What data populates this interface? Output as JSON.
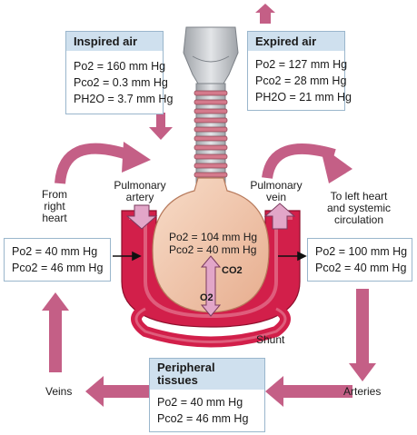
{
  "inspired": {
    "title": "Inspired air",
    "po2": "Po2 = 160 mm Hg",
    "pco2": "Pco2 = 0.3 mm Hg",
    "ph2o": "PH2O = 3.7 mm Hg"
  },
  "expired": {
    "title": "Expired air",
    "po2": "Po2 = 127 mm Hg",
    "pco2": "Pco2 = 28 mm Hg",
    "ph2o": "PH2O = 21 mm Hg"
  },
  "venous": {
    "po2": "Po2 = 40 mm Hg",
    "pco2": "Pco2 = 46 mm Hg"
  },
  "arterial": {
    "po2": "Po2 = 100 mm Hg",
    "pco2": "Pco2 = 40 mm Hg"
  },
  "alveolus": {
    "po2": "Po2 = 104 mm Hg",
    "pco2": "Pco2 = 40 mm Hg",
    "co2": "CO2",
    "o2": "O2"
  },
  "peripheral": {
    "title_line1": "Peripheral",
    "title_line2": "tissues",
    "po2": "Po2 = 40 mm Hg",
    "pco2": "Pco2 = 46 mm Hg"
  },
  "labels": {
    "from_right_heart_1": "From",
    "from_right_heart_2": "right",
    "from_right_heart_3": "heart",
    "pulmonary_artery_1": "Pulmonary",
    "pulmonary_artery_2": "artery",
    "pulmonary_vein_1": "Pulmonary",
    "pulmonary_vein_2": "vein",
    "to_left_heart_1": "To left heart",
    "to_left_heart_2": "and systemic",
    "to_left_heart_3": "circulation",
    "shunt": "Shunt",
    "veins": "Veins",
    "arteries": "Arteries"
  },
  "colors": {
    "flow_arrow": "#c45f86",
    "vessel_red": "#d21f4a",
    "vessel_light": "#e47891",
    "alveolus": "#efc0a3",
    "trachea": "#c9ccd0",
    "box_border": "#9ab6cc",
    "box_header": "#cfe0ee"
  }
}
